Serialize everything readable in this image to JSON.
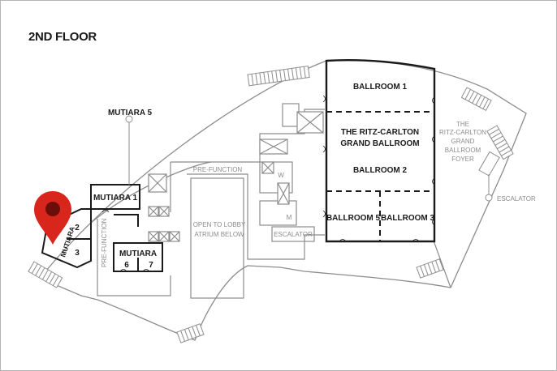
{
  "title": "2ND FLOOR",
  "rooms": {
    "ballroom_1": "BALLROOM 1",
    "grand_ballroom_line1": "THE RITZ-CARLTON",
    "grand_ballroom_line2": "GRAND BALLROOM",
    "ballroom_2": "BALLROOM 2",
    "ballroom_5": "BALLROOM 5",
    "ballroom_3": "BALLROOM 3",
    "mutiara_1": "MUTIARA 1",
    "mutiara_5": "MUTIARA 5",
    "mutiara": "MUTIARA",
    "mutiara_2": "2",
    "mutiara_3": "3",
    "mutiara_67": "MUTIARA",
    "mutiara_6": "6",
    "mutiara_7": "7"
  },
  "areas": {
    "foyer_line1": "THE",
    "foyer_line2": "RITZ-CARLTON",
    "foyer_line3": "GRAND",
    "foyer_line4": "BALLROOM",
    "foyer_line5": "FOYER",
    "prefunction_top": "PRE-FUNCTION",
    "prefunction_side": "PRE-FUNCTION",
    "atrium_line1": "OPEN TO LOBBY",
    "atrium_line2": "ATRIUM BELOW",
    "escalator_box": "ESCALATOR",
    "escalator_callout": "ESCALATOR",
    "washroom_w": "W",
    "washroom_m": "M"
  },
  "colors": {
    "wall": "#1a1a1a",
    "outline": "#8c8c8c",
    "pin": "#d8261c",
    "pin_dot": "#6b0d09"
  }
}
